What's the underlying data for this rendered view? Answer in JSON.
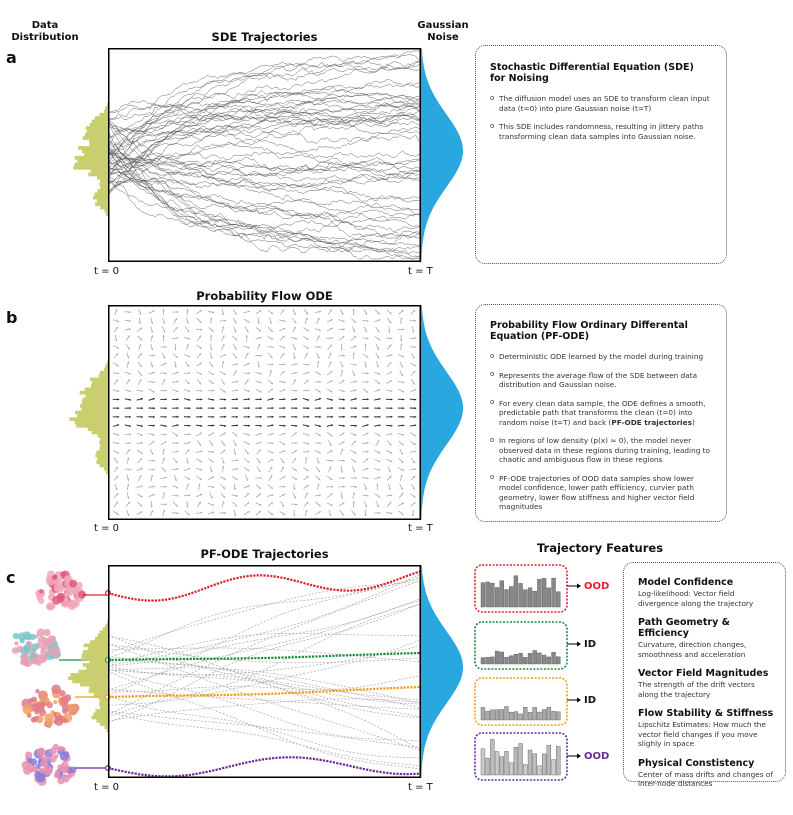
{
  "panel_a": {
    "letter": "a",
    "left_header": "Data Distribution",
    "right_header": "Gaussian Noise",
    "title": "SDE Trajectories",
    "t_start": "t = 0",
    "t_end": "t = T",
    "box_title": "Stochastic Differential Equation (SDE) for Noising",
    "bullets": [
      "The diffusion model uses an SDE to transform clean input data (t=0) into pure Gaussian noise (t=T)",
      "This SDE includes randomness, resulting in jittery paths transforming clean data samples into Gaussian noise."
    ]
  },
  "panel_b": {
    "letter": "b",
    "title": "Probability Flow ODE",
    "t_start": "t = 0",
    "t_end": "t = T",
    "box_title": "Probability Flow Ordinary Differental Equation (PF-ODE)",
    "bullets": [
      "Deterministic ODE learned by the model during training",
      "Represents the average flow of the SDE between data distribution and Gaussian noise.",
      "For every clean data sample, the ODE defines a smooth, predictable path that transforms the clean (t=0) into random noise (t=T) and back (PF-ODE trajectories)",
      "In regions of low density (p(x) ≈ 0), the model never observed data in these regions during training, leading to chaotic and ambiguous flow in these regions",
      "PF-ODE trajectories of OOD data samples show lower model confidence, lower path efficiency, curvier path geometry, lower flow stiffness and higher vector field magnitudes"
    ]
  },
  "panel_c": {
    "letter": "c",
    "title": "PF-ODE Trajectories",
    "features_title": "Trajectory Features",
    "t_start": "t = 0",
    "t_end": "t = T",
    "samples": [
      {
        "label": "OOD",
        "color": "#e0202a"
      },
      {
        "label": "ID",
        "color": "#1a8c3c"
      },
      {
        "label": "ID",
        "color": "#f39c1c"
      },
      {
        "label": "OOD",
        "color": "#6a2a9a"
      }
    ],
    "features": [
      {
        "name": "Model Confidence",
        "desc": "Log-likelihood: Vector field divergence along the trajectory"
      },
      {
        "name": "Path Geometry & Efficiency",
        "desc": "Curvature, direction changes, smoothness and acceleration"
      },
      {
        "name": "Vector Field Magnitudes",
        "desc": "The strength of the drift vectors along the trajectory"
      },
      {
        "name": "Flow Stability & Stiffness",
        "desc": "Lipschitz Estimates: How much the vector field changes if you move slighly in space"
      },
      {
        "name": "Physical Constistency",
        "desc": "Center of mass drifts and changes of inter-node distances"
      }
    ]
  },
  "colors": {
    "data_hist": "#c9cf6e",
    "gaussian": "#29a8e0",
    "sde_line": "#555555",
    "ode_line": "#aaaaaa"
  }
}
